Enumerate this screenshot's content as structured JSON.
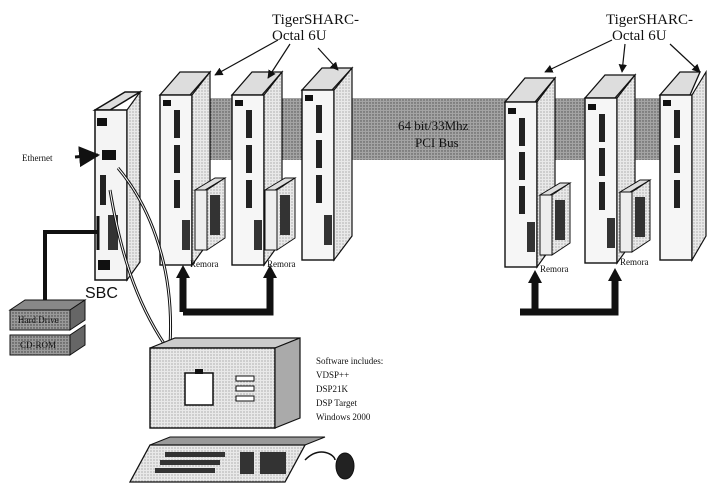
{
  "labels": {
    "board_left_line1": "TigerSHARC-",
    "board_left_line2": "Octal 6U",
    "board_right_line1": "TigerSHARC-",
    "board_right_line2": "Octal 6U",
    "bus_line1": "64 bit/33Mhz",
    "bus_line2": "PCI Bus",
    "ethernet": "Ethernet",
    "sbc": "SBC",
    "hard_drive": "Hard Drive",
    "cdrom": "CD-ROM",
    "remora_1": "Remora",
    "remora_2": "Remora",
    "remora_3": "Remora",
    "remora_4": "Remora"
  },
  "software": {
    "heading": "Software includes:",
    "items": [
      "VDSP++",
      "DSP21K",
      "DSP Target",
      "Windows 2000"
    ]
  }
}
